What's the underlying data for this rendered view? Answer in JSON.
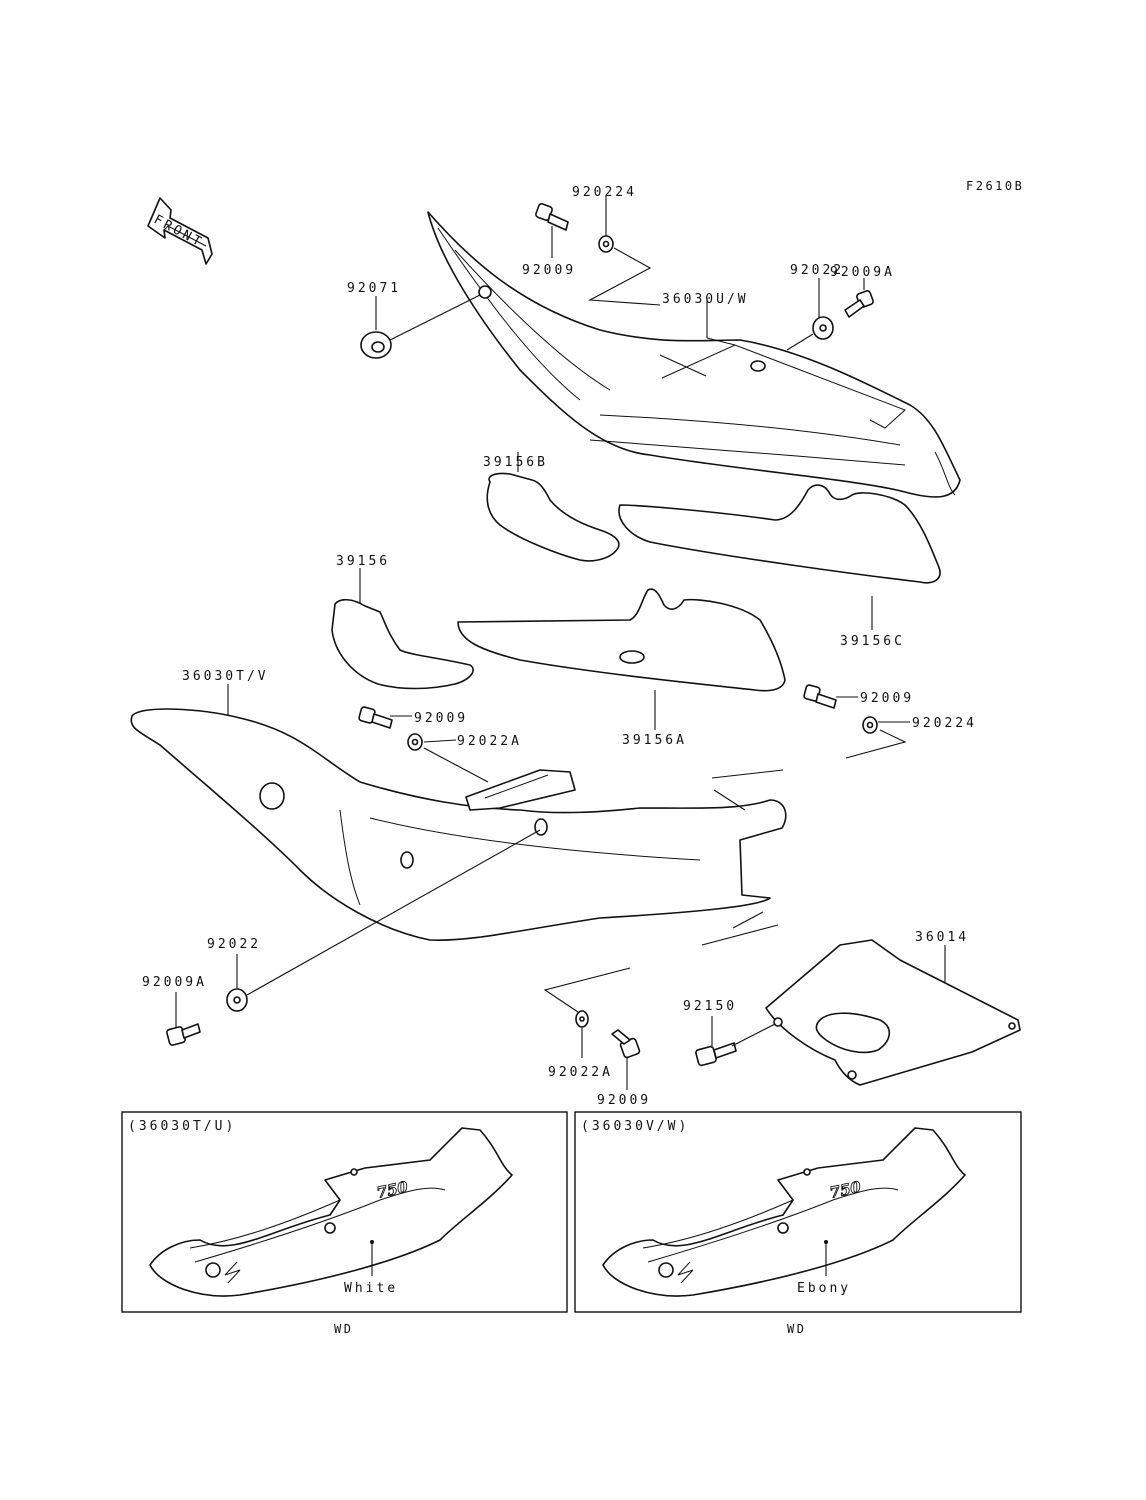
{
  "figure_code": "F2610B",
  "front_label": "FRONT",
  "callouts": {
    "c920224_top": "920224",
    "c92009_top": "92009",
    "c92009A_top": "92009A",
    "c92022_top": "92022",
    "c92071": "92071",
    "c36030UW": "36030U/W",
    "c39156B": "39156B",
    "c39156C": "39156C",
    "c39156": "39156",
    "c36030TV": "36030T/V",
    "c92009_mid_left": "92009",
    "c92022A_mid_left": "92022A",
    "c39156A": "39156A",
    "c92009_mid_right": "92009",
    "c920224_mid_right": "920224",
    "c36014": "36014",
    "c92022_bottom": "92022",
    "c92009A_bottom": "92009A",
    "c92150": "92150",
    "c92022A_bottom": "92022A",
    "c92009_bottom": "92009"
  },
  "panels": [
    {
      "header": "(36030T/U)",
      "color_label": "White",
      "decal": "750",
      "footer": "WD"
    },
    {
      "header": "(36030V/W)",
      "color_label": "Ebony",
      "decal": "750",
      "footer": "WD"
    }
  ]
}
